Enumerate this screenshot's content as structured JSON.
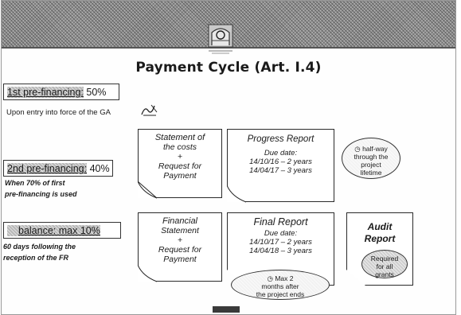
{
  "slide": {
    "title": "Payment Cycle (Art. I.4)"
  },
  "stages": {
    "first": {
      "label": "1st pre-financing:",
      "value": "50%"
    },
    "second": {
      "label": "2nd pre-financing:",
      "value": "40%"
    },
    "balance": {
      "label": "balance: max 10%"
    }
  },
  "notes": {
    "first": "Upon entry into force of the GA",
    "second_line1": "When 70% of first",
    "second_line2": "pre-financing is used",
    "balance_line1": "60 days following the",
    "balance_line2": "reception of the FR"
  },
  "docs": {
    "statement": {
      "line1": "Statement of",
      "line2": "the costs",
      "plus": "+",
      "line3": "Request for",
      "line4": "Payment"
    },
    "progress": {
      "title": "Progress Report",
      "due_label": "Due date:",
      "due1": "14/10/16 – 2 years",
      "due2": "14/04/17 – 3 years"
    },
    "financial": {
      "line1": "Financial",
      "line2": "Statement",
      "plus": "+",
      "line3": "Request for",
      "line4": "Payment"
    },
    "final": {
      "title": "Final Report",
      "due_label": "Due date:",
      "due1": "14/10/17 – 2 years",
      "due2": "14/04/18 – 3 years"
    },
    "audit": {
      "line1": "Audit",
      "line2": "Report"
    }
  },
  "callouts": {
    "halfway": {
      "line1": "half-way",
      "line2": "through the",
      "line3": "project",
      "line4": "lifetime"
    },
    "audit_required": {
      "line1": "Required",
      "line2": "for all",
      "line3": "grants"
    },
    "max2": {
      "line1": "Max 2",
      "line2": "months after",
      "line3": "the project ends"
    }
  },
  "icons": {
    "signature": "signature-icon",
    "clock": "clock-icon",
    "emblem": "emblem-icon"
  }
}
